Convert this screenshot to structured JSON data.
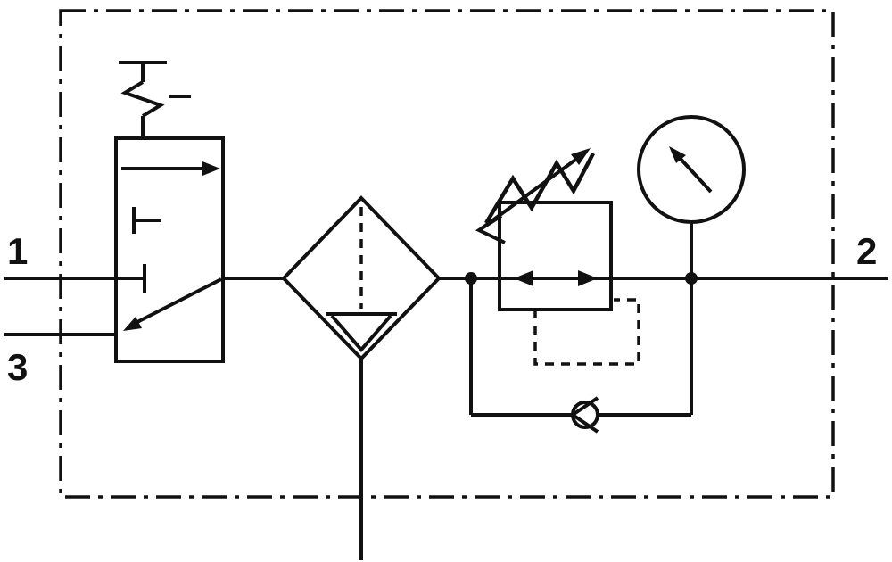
{
  "colors": {
    "line": "#111111",
    "background": "#ffffff"
  },
  "ports": {
    "port1": {
      "label": "1"
    },
    "port2": {
      "label": "2"
    },
    "port3": {
      "label": "3"
    }
  },
  "components": {
    "enclosure": "assembly-boundary-dashdot-frame",
    "shutoff_valve": "manual-on-off-valve-3-2",
    "filter": "filter-with-water-separator",
    "regulator": "adjustable-pressure-regulator",
    "check_valve": "check-valve-bypass",
    "gauge": "pressure-gauge",
    "drain": "condensate-drain-line"
  }
}
